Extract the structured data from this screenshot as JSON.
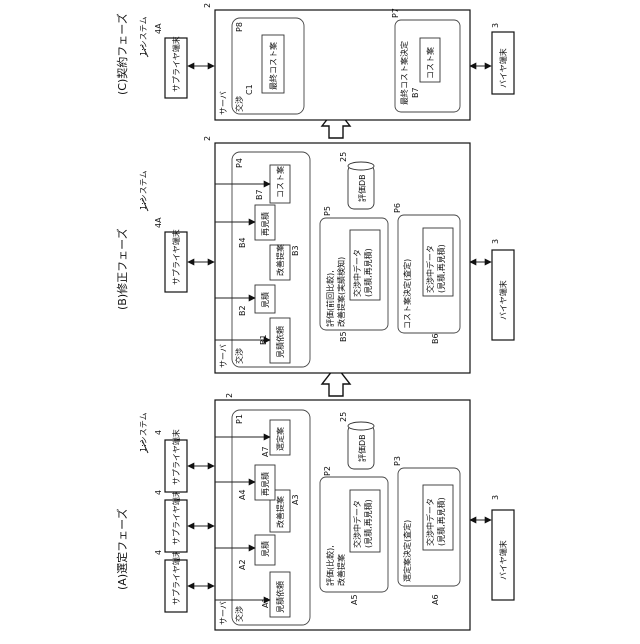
{
  "phase_a": {
    "title": "(A)選定フェーズ",
    "system_ref": "1:システム",
    "supplier_terminal": "サプライヤ端末",
    "supplier_ref": "4",
    "server_label": "サーバ",
    "server_ref": "2",
    "negotiation_label": "交渉",
    "p1_ref": "P1",
    "doc_a1": "見積依頼",
    "ref_a1": "A1",
    "doc_a2": "見積",
    "ref_a2": "A2",
    "doc_a3": "改善提案",
    "ref_a3": "A3",
    "doc_a4": "再見積",
    "ref_a4": "A4",
    "doc_a7": "選定案",
    "ref_a7": "A7",
    "eval_text1": "評価(比較),",
    "eval_text2": "改善提案",
    "p2_ref": "P2",
    "nego_data_l1": "交渉中データ",
    "nego_data_l2": "(見積,再見積)",
    "ref_a5": "A5",
    "db_label": "評価DB",
    "db_ref": "25",
    "decision_text": "選定案決定(査定)",
    "p3_ref": "P3",
    "ref_a6": "A6",
    "buyer_terminal": "バイヤ端末",
    "buyer_ref": "3"
  },
  "phase_b": {
    "title": "(B)修正フェーズ",
    "system_ref": "1:システム",
    "supplier_terminal": "サプライヤ端末",
    "supplier_ref": "4A",
    "server_label": "サーバ",
    "server_ref": "2",
    "negotiation_label": "交渉",
    "p4_ref": "P4",
    "doc_b1": "見積依頼",
    "ref_b1": "B1",
    "doc_b2": "見積",
    "ref_b2": "B2",
    "doc_b3": "改善提案",
    "ref_b3": "B3",
    "doc_b4": "再見積",
    "ref_b4": "B4",
    "doc_b7": "コスト案",
    "ref_b7": "B7",
    "eval_text1": "評価(前回比較),",
    "eval_text2": "改善提案(実績検知)",
    "p5_ref": "P5",
    "nego_data_l1": "交渉中データ",
    "nego_data_l2": "(見積,再見積)",
    "ref_b5": "B5",
    "db_label": "評価DB",
    "db_ref": "25",
    "decision_text": "コスト案決定(査定)",
    "p6_ref": "P6",
    "ref_b6": "B6",
    "buyer_terminal": "バイヤ端末",
    "buyer_ref": "3"
  },
  "phase_c": {
    "title": "(C)契約フェーズ",
    "system_ref": "1:システム",
    "supplier_terminal": "サプライヤ端末",
    "supplier_ref": "4A",
    "server_label": "サーバ",
    "server_ref": "2",
    "negotiation_label": "交渉",
    "p8_ref": "P8",
    "doc_c1": "最終コスト案",
    "ref_c1": "C1",
    "decision_text": "最終コスト案決定",
    "p7_ref": "P7",
    "doc_b7": "コスト案",
    "ref_b7": "B7",
    "buyer_terminal": "バイヤ端末",
    "buyer_ref": "3"
  }
}
